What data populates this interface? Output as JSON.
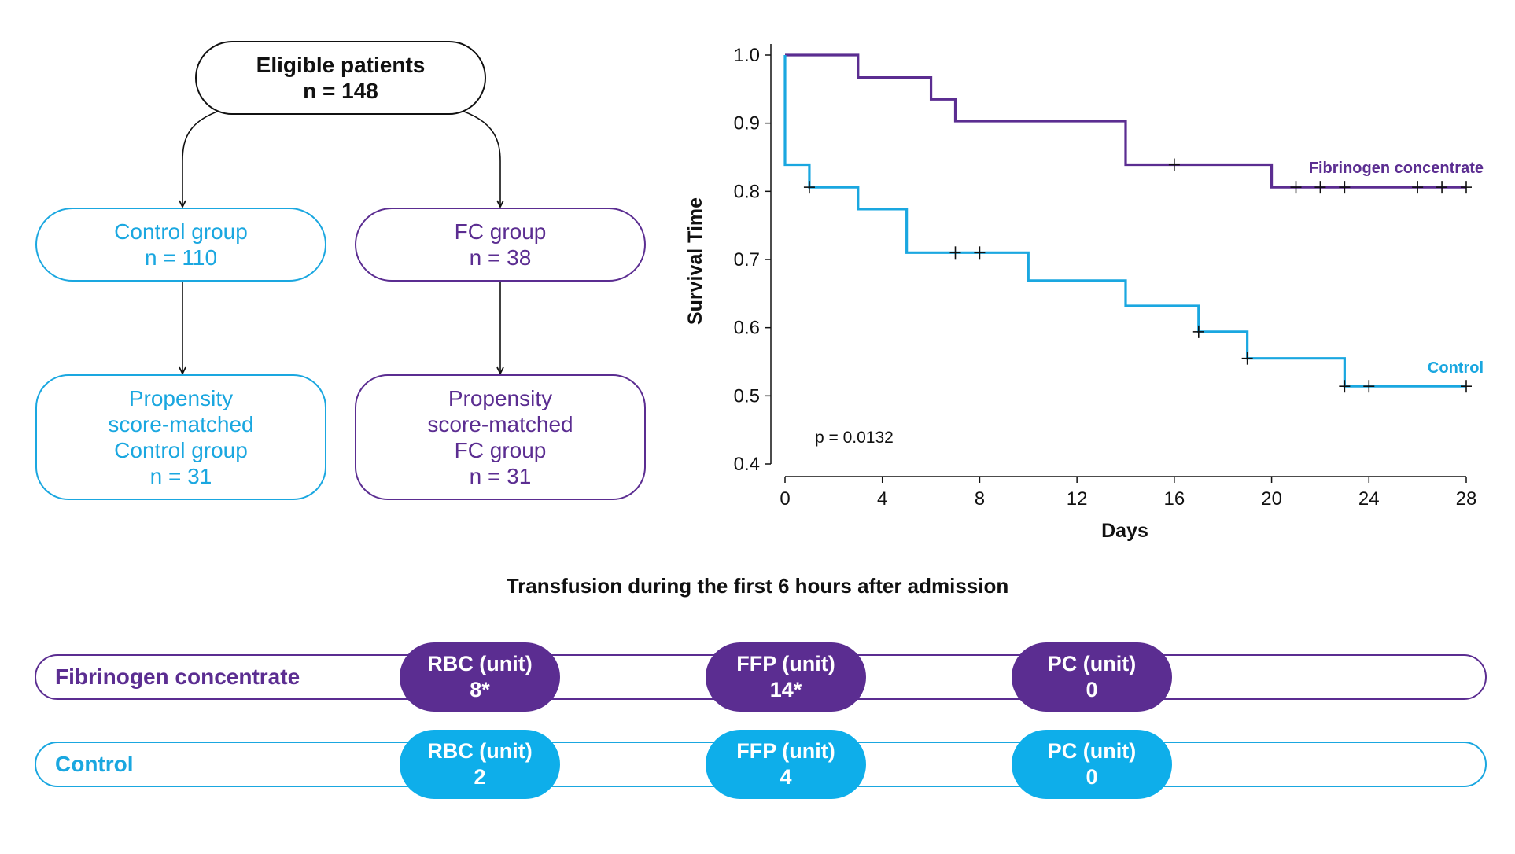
{
  "colors": {
    "fc": "#5b2d91",
    "control": "#1aa7e0",
    "text": "#111111"
  },
  "flowchart": {
    "root": {
      "title": "Eligible patients",
      "n": "n = 148"
    },
    "control_group": {
      "label": "Control group",
      "n": "n = 110"
    },
    "fc_group": {
      "label": "FC group",
      "n": "n = 38"
    },
    "matched_control": {
      "line1": "Propensity",
      "line2": "score-matched",
      "line3": "Control group",
      "n": "n = 31"
    },
    "matched_fc": {
      "line1": "Propensity",
      "line2": "score-matched",
      "line3": "FC group",
      "n": "n = 31"
    }
  },
  "chart_data": {
    "type": "line",
    "subtype": "kaplan-meier step",
    "xlabel": "Days",
    "ylabel": "Survival Time",
    "xlim": [
      0,
      28
    ],
    "ylim": [
      0.4,
      1.0
    ],
    "xticks": [
      0,
      4,
      8,
      12,
      16,
      20,
      24,
      28
    ],
    "yticks": [
      0.4,
      0.5,
      0.6,
      0.7,
      0.8,
      0.9,
      1.0
    ],
    "grid": false,
    "annotation": "p = 0.0132",
    "series": [
      {
        "name": "Fibrinogen concentrate",
        "color": "#5b2d91",
        "steps": [
          [
            0,
            1.0
          ],
          [
            3,
            0.967
          ],
          [
            6,
            0.935
          ],
          [
            7,
            0.903
          ],
          [
            14,
            0.839
          ],
          [
            20,
            0.806
          ],
          [
            28,
            0.806
          ]
        ],
        "censored": [
          16,
          21,
          22,
          23,
          26,
          27,
          28
        ]
      },
      {
        "name": "Control",
        "color": "#1aa7e0",
        "steps": [
          [
            0,
            1.0
          ],
          [
            0,
            0.839
          ],
          [
            1,
            0.806
          ],
          [
            3,
            0.774
          ],
          [
            5,
            0.71
          ],
          [
            10,
            0.669
          ],
          [
            14,
            0.632
          ],
          [
            17,
            0.594
          ],
          [
            19,
            0.555
          ],
          [
            23,
            0.514
          ],
          [
            28,
            0.514
          ]
        ],
        "censored": [
          1,
          7,
          8,
          17,
          19,
          23,
          24,
          28
        ]
      }
    ]
  },
  "transfusion": {
    "title": "Transfusion during the first 6 hours after admission",
    "rows": [
      {
        "group": "Fibrinogen concentrate",
        "cells": [
          {
            "label": "RBC (unit)",
            "value": "8*"
          },
          {
            "label": "FFP (unit)",
            "value": "14*"
          },
          {
            "label": "PC (unit)",
            "value": "0"
          }
        ]
      },
      {
        "group": "Control",
        "cells": [
          {
            "label": "RBC (unit)",
            "value": "2"
          },
          {
            "label": "FFP (unit)",
            "value": "4"
          },
          {
            "label": "PC (unit)",
            "value": "0"
          }
        ]
      }
    ]
  }
}
